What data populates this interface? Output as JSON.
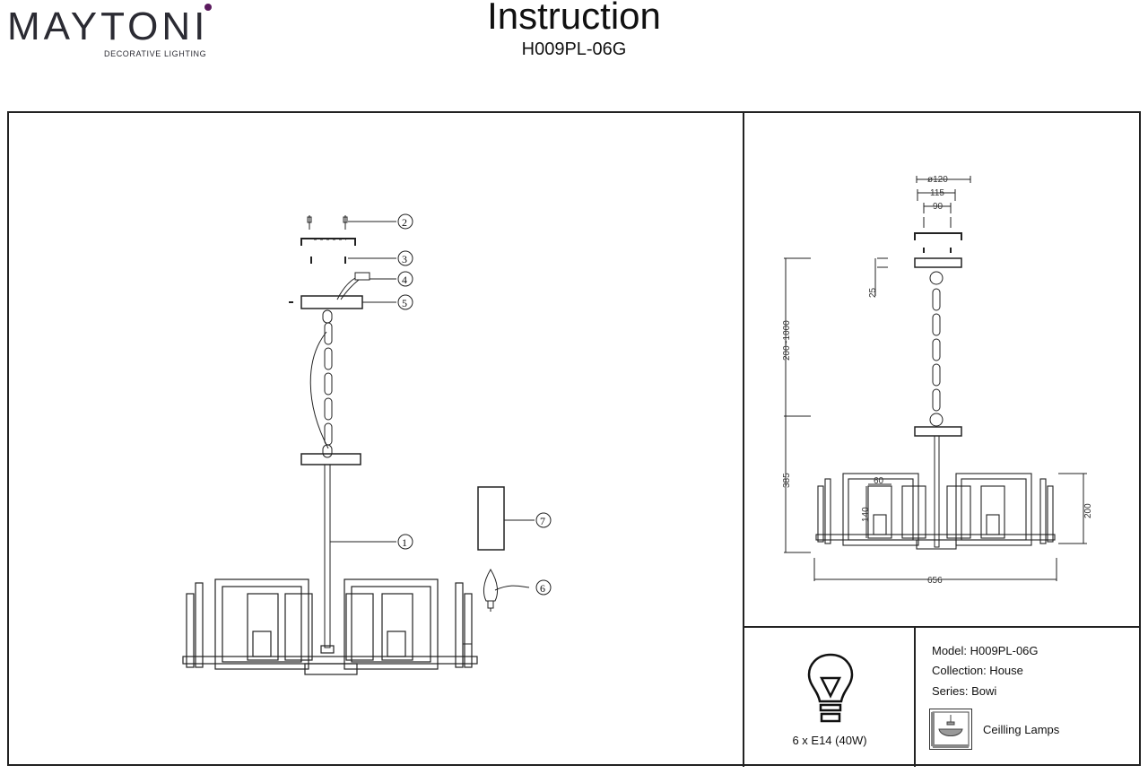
{
  "brand": {
    "name": "MAYTONI",
    "tagline": "DECORATIVE LIGHTING"
  },
  "header": {
    "title": "Instruction",
    "model_code": "H009PL-06G"
  },
  "callouts": [
    "1",
    "2",
    "3",
    "4",
    "5",
    "6",
    "7"
  ],
  "dimensions": {
    "canopy_diameter": "ø120",
    "canopy_width": "115",
    "mount_spacing": "90",
    "canopy_height": "25",
    "chain_length": "200~1000",
    "body_height": "385",
    "shade_width": "60",
    "shade_height": "140",
    "frame_height": "200",
    "overall_diameter": "656"
  },
  "bulb": {
    "spec": "6 x E14 (40W)"
  },
  "product_info": {
    "model": "Model: H009PL-06G",
    "collection": "Collection: House",
    "series": "Series: Bowi",
    "category": "Ceilling Lamps"
  },
  "colors": {
    "logo_dot": "#5b1a5e",
    "line": "#222222"
  }
}
